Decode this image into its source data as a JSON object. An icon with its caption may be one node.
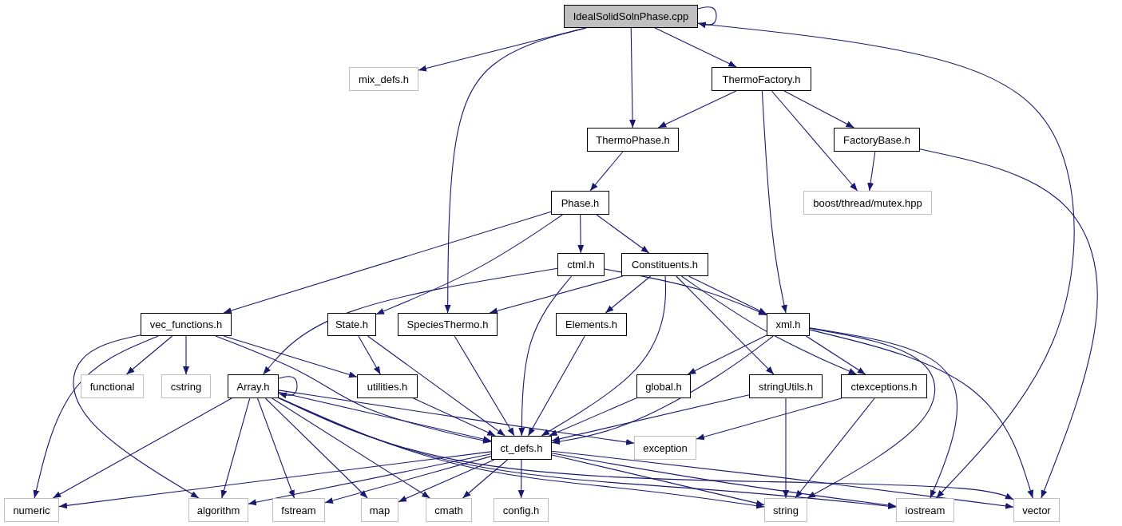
{
  "diagram": {
    "nodes": [
      {
        "text": [
          "IdealSolidSolnPhase.cpp"
        ]
      },
      {
        "text": [
          "mix_defs.h"
        ]
      },
      {
        "text": [
          "ThermoFactory.h"
        ]
      },
      {
        "text": [
          "ThermoPhase.h"
        ]
      },
      {
        "text": [
          "FactoryBase.h"
        ]
      },
      {
        "text": [
          "boost/thread/mutex.hpp"
        ]
      },
      {
        "text": [
          "Phase.h"
        ]
      },
      {
        "text": [
          "ctml.h"
        ]
      },
      {
        "text": [
          "Constituents.h"
        ]
      },
      {
        "text": [
          "vec_functions.h"
        ]
      },
      {
        "text": [
          "State.h"
        ]
      },
      {
        "text": [
          "SpeciesThermo.h"
        ]
      },
      {
        "text": [
          "Elements.h"
        ]
      },
      {
        "text": [
          "xml.h"
        ]
      },
      {
        "text": [
          "functional"
        ]
      },
      {
        "text": [
          "cstring"
        ]
      },
      {
        "text": [
          "Array.h"
        ]
      },
      {
        "text": [
          "utilities.h"
        ]
      },
      {
        "text": [
          "global.h"
        ]
      },
      {
        "text": [
          "stringUtils.h"
        ]
      },
      {
        "text": [
          "ctexceptions.h"
        ]
      },
      {
        "text": [
          "ct_defs.h"
        ]
      },
      {
        "text": [
          "exception"
        ]
      },
      {
        "text": [
          "numeric"
        ]
      },
      {
        "text": [
          "algorithm"
        ]
      },
      {
        "text": [
          "fstream"
        ]
      },
      {
        "text": [
          "map"
        ]
      },
      {
        "text": [
          "cmath"
        ]
      },
      {
        "text": [
          "config.h"
        ]
      },
      {
        "text": [
          "string"
        ]
      },
      {
        "text": [
          "iostream"
        ]
      },
      {
        "text": [
          "vector"
        ]
      }
    ],
    "edges": [
      {
        "from": 0,
        "to": 0,
        "arrow": "to"
      },
      {
        "from": 0,
        "to": 1,
        "arrow": "to"
      },
      {
        "from": 0,
        "to": 3,
        "arrow": "to"
      },
      {
        "from": 0,
        "to": 2,
        "arrow": "to"
      },
      {
        "from": 0,
        "to": 11,
        "arrow": "to"
      },
      {
        "from": 0,
        "to": 30,
        "arrow": "to"
      },
      {
        "from": 2,
        "to": 3,
        "arrow": "to"
      },
      {
        "from": 2,
        "to": 13,
        "arrow": "to"
      },
      {
        "from": 2,
        "to": 5,
        "arrow": "to"
      },
      {
        "from": 2,
        "to": 4,
        "arrow": "to"
      },
      {
        "from": 4,
        "to": 5,
        "arrow": "to"
      },
      {
        "from": 4,
        "to": 31,
        "arrow": "to"
      },
      {
        "from": 3,
        "to": 6,
        "arrow": "to"
      },
      {
        "from": 6,
        "to": 9,
        "arrow": "to"
      },
      {
        "from": 6,
        "to": 10,
        "arrow": "to"
      },
      {
        "from": 6,
        "to": 7,
        "arrow": "to"
      },
      {
        "from": 6,
        "to": 8,
        "arrow": "to"
      },
      {
        "from": 7,
        "to": 16,
        "arrow": "to"
      },
      {
        "from": 7,
        "to": 21,
        "arrow": "to"
      },
      {
        "from": 7,
        "to": 13,
        "arrow": "to"
      },
      {
        "from": 8,
        "to": 11,
        "arrow": "to"
      },
      {
        "from": 8,
        "to": 12,
        "arrow": "to"
      },
      {
        "from": 8,
        "to": 21,
        "arrow": "to"
      },
      {
        "from": 8,
        "to": 13,
        "arrow": "to"
      },
      {
        "from": 8,
        "to": 19,
        "arrow": "to"
      },
      {
        "from": 8,
        "to": 20,
        "arrow": "to"
      },
      {
        "from": 9,
        "to": 14,
        "arrow": "to"
      },
      {
        "from": 9,
        "to": 15,
        "arrow": "to"
      },
      {
        "from": 9,
        "to": 17,
        "arrow": "to"
      },
      {
        "from": 9,
        "to": 21,
        "arrow": "to"
      },
      {
        "from": 9,
        "to": 23,
        "arrow": "to"
      },
      {
        "from": 9,
        "to": 24,
        "arrow": "to"
      },
      {
        "from": 10,
        "to": 17,
        "arrow": "to"
      },
      {
        "from": 10,
        "to": 21,
        "arrow": "to"
      },
      {
        "from": 11,
        "to": 21,
        "arrow": "to"
      },
      {
        "from": 12,
        "to": 21,
        "arrow": "to"
      },
      {
        "from": 13,
        "to": 18,
        "arrow": "to"
      },
      {
        "from": 13,
        "to": 21,
        "arrow": "to"
      },
      {
        "from": 13,
        "to": 20,
        "arrow": "to"
      },
      {
        "from": 13,
        "to": 29,
        "arrow": "to"
      },
      {
        "from": 13,
        "to": 30,
        "arrow": "to"
      },
      {
        "from": 13,
        "to": 31,
        "arrow": "to"
      },
      {
        "from": 16,
        "to": 16,
        "arrow": "to"
      },
      {
        "from": 16,
        "to": 23,
        "arrow": "to"
      },
      {
        "from": 16,
        "to": 24,
        "arrow": "to"
      },
      {
        "from": 16,
        "to": 25,
        "arrow": "to"
      },
      {
        "from": 16,
        "to": 26,
        "arrow": "to"
      },
      {
        "from": 16,
        "to": 27,
        "arrow": "to"
      },
      {
        "from": 16,
        "to": 21,
        "arrow": "to"
      },
      {
        "from": 16,
        "to": 22,
        "arrow": "to"
      },
      {
        "from": 16,
        "to": 29,
        "arrow": "to"
      },
      {
        "from": 16,
        "to": 30,
        "arrow": "to"
      },
      {
        "from": 16,
        "to": 31,
        "arrow": "to"
      },
      {
        "from": 17,
        "to": 21,
        "arrow": "to"
      },
      {
        "from": 18,
        "to": 21,
        "arrow": "to"
      },
      {
        "from": 19,
        "to": 21,
        "arrow": "to"
      },
      {
        "from": 19,
        "to": 29,
        "arrow": "to"
      },
      {
        "from": 20,
        "to": 22,
        "arrow": "to"
      },
      {
        "from": 20,
        "to": 29,
        "arrow": "to"
      },
      {
        "from": 21,
        "to": 23,
        "arrow": "to"
      },
      {
        "from": 21,
        "to": 24,
        "arrow": "to"
      },
      {
        "from": 21,
        "to": 25,
        "arrow": "to"
      },
      {
        "from": 21,
        "to": 26,
        "arrow": "to"
      },
      {
        "from": 21,
        "to": 27,
        "arrow": "to"
      },
      {
        "from": 21,
        "to": 28,
        "arrow": "to"
      },
      {
        "from": 21,
        "to": 29,
        "arrow": "to"
      },
      {
        "from": 21,
        "to": 30,
        "arrow": "to"
      },
      {
        "from": 21,
        "to": 31,
        "arrow": "to"
      }
    ]
  }
}
